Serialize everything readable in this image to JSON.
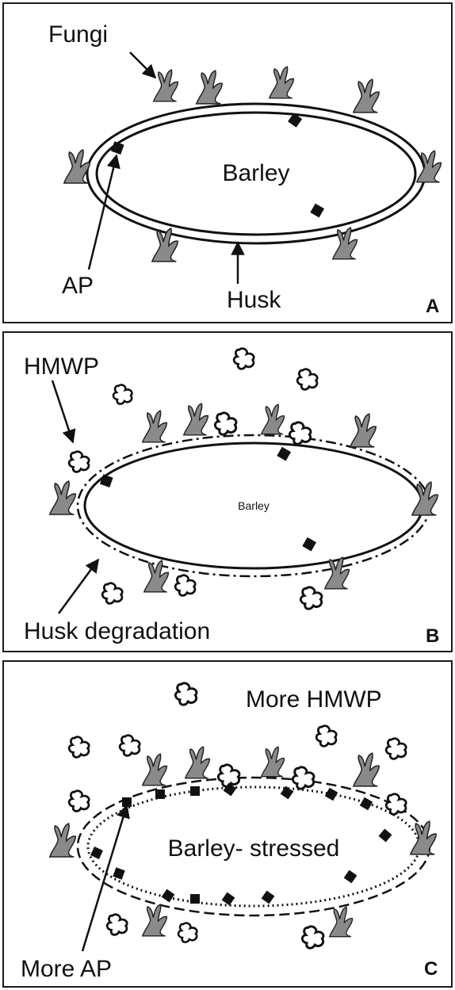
{
  "panels": {
    "a": {
      "letter": "A",
      "fungi_label": "Fungi",
      "center_label": "Barley",
      "ap_label": "AP",
      "husk_label": "Husk"
    },
    "b": {
      "letter": "B",
      "hmwp_label": "HMWP",
      "center_label": "Barley",
      "husk_label": "Husk degradation"
    },
    "c": {
      "letter": "C",
      "hmwp_label": "More HMWP",
      "center_label": "Barley- stressed",
      "ap_label": "More AP"
    }
  },
  "colors": {
    "fungus_fill": "#8a8a8a",
    "outline": "#111111"
  }
}
